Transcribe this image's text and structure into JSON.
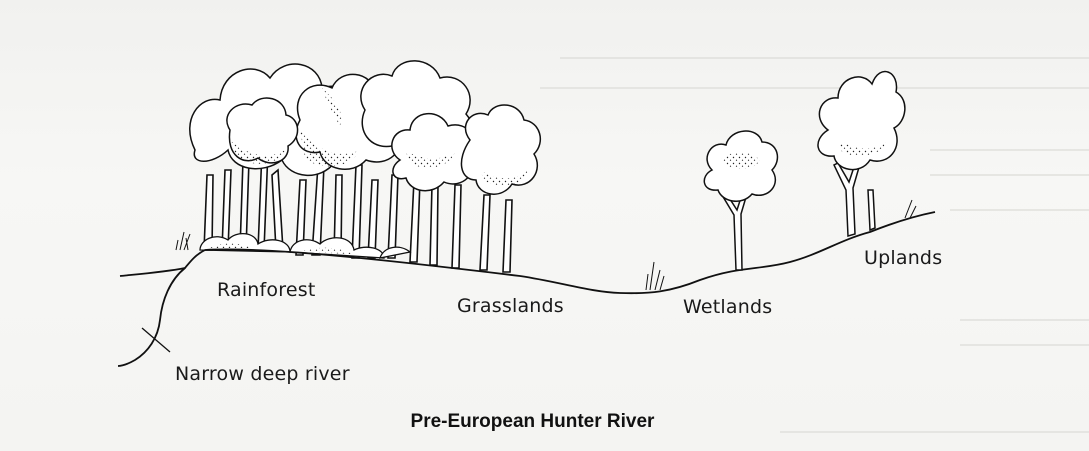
{
  "labels": {
    "rainforest": "Rainforest",
    "grasslands": "Grasslands",
    "wetlands": "Wetlands",
    "uplands": "Uplands",
    "river": "Narrow deep river"
  },
  "caption": "Pre-European Hunter River",
  "colors": {
    "ink": "#1a1a1a",
    "paper": "#f5f5f3",
    "foliage": "#ffffff"
  }
}
